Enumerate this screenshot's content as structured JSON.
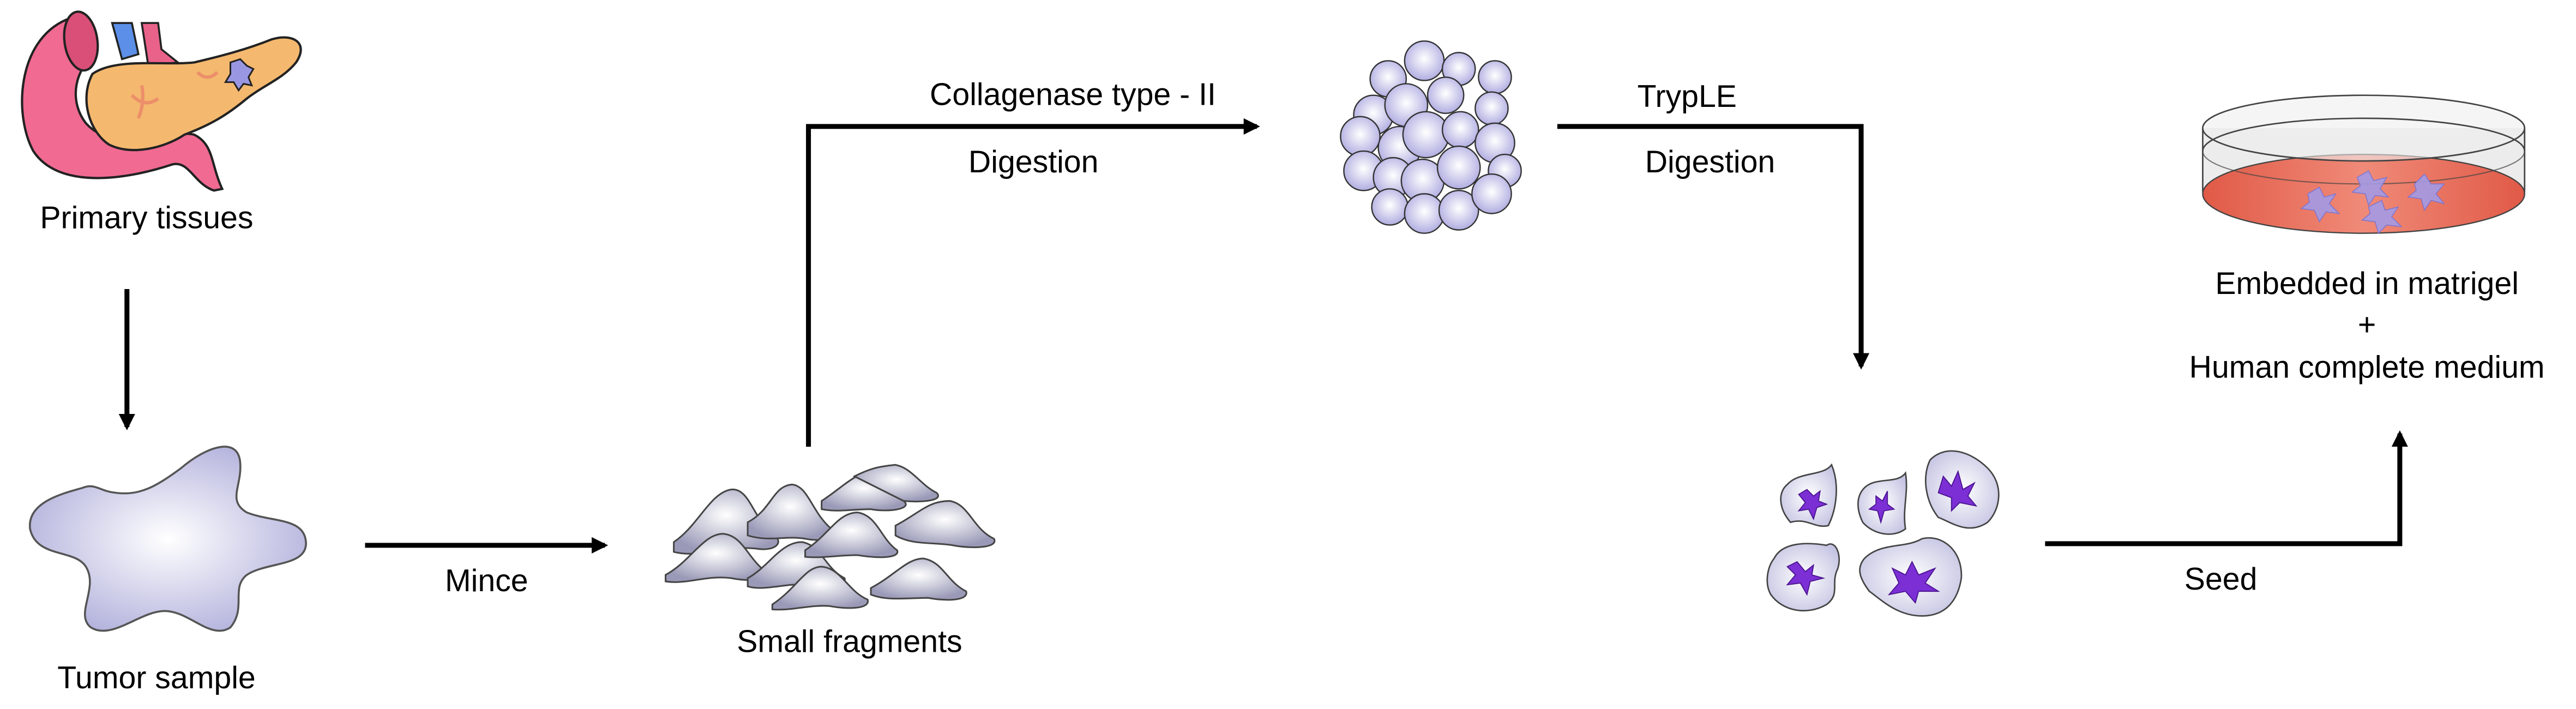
{
  "diagram": {
    "title": "Tumor organoid derivation workflow",
    "nodes": {
      "primary_tissues": {
        "label": "Primary tissues",
        "icon": "pancreas-organ-icon"
      },
      "tumor_sample": {
        "label": "Tumor sample",
        "icon": "tumor-blob-icon"
      },
      "small_fragments": {
        "label": "Small fragments",
        "icon": "tissue-fragments-icon"
      },
      "cell_cluster": {
        "label": "",
        "icon": "cell-cluster-spheroid-icon"
      },
      "single_cells": {
        "label": "",
        "icon": "dissociated-cells-icon"
      },
      "culture_dish": {
        "label_line1": "Embedded in matrigel",
        "label_plus": "+",
        "label_line2": "Human complete medium",
        "icon": "culture-dish-icon"
      }
    },
    "edges": {
      "tissue_to_sample": {
        "label": ""
      },
      "mince": {
        "label": "Mince"
      },
      "collagenase": {
        "label_top": "Collagenase type - II",
        "label_bottom": "Digestion"
      },
      "tryple": {
        "label_top": "TrypLE",
        "label_bottom": "Digestion"
      },
      "seed": {
        "label": "Seed"
      }
    },
    "colors": {
      "arrow": "#000000",
      "organ_pink": "#f06a92",
      "pancreas_orange": "#f4b86e",
      "vein_blue": "#5b8fe8",
      "cell_lavender": "#b9b8e0",
      "nucleus_purple": "#7b2fd4",
      "medium_red": "#e5533f"
    }
  }
}
